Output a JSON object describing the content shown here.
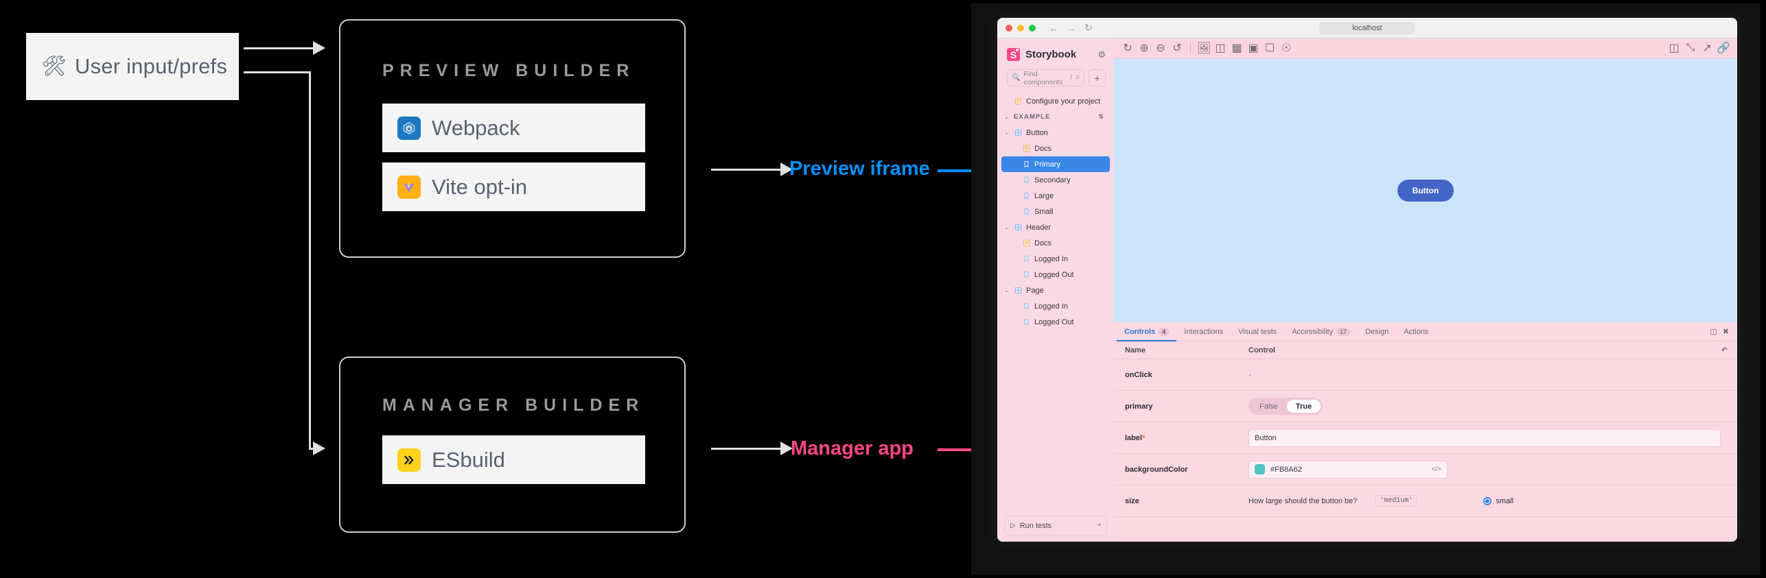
{
  "diagram": {
    "user_input": {
      "icon": "hammer-and-wrench-emoji",
      "label": "User input/prefs"
    },
    "preview_builder": {
      "title": "PREVIEW BUILDER",
      "options": [
        {
          "icon": "webpack-icon",
          "label": "Webpack"
        },
        {
          "icon": "vite-icon",
          "label": "Vite opt-in"
        }
      ]
    },
    "manager_builder": {
      "title": "MANAGER BUILDER",
      "options": [
        {
          "icon": "esbuild-icon",
          "label": "ESbuild"
        }
      ]
    },
    "callouts": [
      {
        "label": "Preview iframe",
        "color": "#0091ff"
      },
      {
        "label": "Manager app",
        "color": "#ff4785"
      }
    ]
  },
  "browser": {
    "url": "localhost",
    "back_icon": "arrow-left-icon",
    "forward_icon": "arrow-right-icon",
    "reload_icon": "reload-icon"
  },
  "storybook": {
    "brand": {
      "logo": "storybook-logo",
      "name": "Storybook",
      "settings_icon": "gear-icon"
    },
    "search": {
      "icon": "search-icon",
      "placeholder": "Find components",
      "shortcut": "/",
      "filter_icon": "filter-icon"
    },
    "add_button": {
      "icon": "plus-icon"
    },
    "tree": [
      {
        "label": "Configure your project",
        "icon": "docs-icon",
        "indent": 0,
        "caret": "",
        "selected": false,
        "section": false
      },
      {
        "label": "EXAMPLE",
        "icon": "",
        "indent": 0,
        "caret": "chevron-down-icon",
        "selected": false,
        "section": true,
        "sort_icon": "sort-icon"
      },
      {
        "label": "Button",
        "icon": "component-icon",
        "indent": 0,
        "caret": "chevron-down-icon",
        "selected": false,
        "section": false
      },
      {
        "label": "Docs",
        "icon": "docs-icon",
        "indent": 1,
        "caret": "",
        "selected": false,
        "section": false
      },
      {
        "label": "Primary",
        "icon": "story-icon",
        "indent": 1,
        "caret": "",
        "selected": true,
        "section": false
      },
      {
        "label": "Secondary",
        "icon": "story-icon",
        "indent": 1,
        "caret": "",
        "selected": false,
        "section": false
      },
      {
        "label": "Large",
        "icon": "story-icon",
        "indent": 1,
        "caret": "",
        "selected": false,
        "section": false
      },
      {
        "label": "Small",
        "icon": "story-icon",
        "indent": 1,
        "caret": "",
        "selected": false,
        "section": false
      },
      {
        "label": "Header",
        "icon": "component-icon",
        "indent": 0,
        "caret": "chevron-down-icon",
        "selected": false,
        "section": false
      },
      {
        "label": "Docs",
        "icon": "docs-icon",
        "indent": 1,
        "caret": "",
        "selected": false,
        "section": false
      },
      {
        "label": "Logged In",
        "icon": "story-icon",
        "indent": 1,
        "caret": "",
        "selected": false,
        "section": false
      },
      {
        "label": "Logged Out",
        "icon": "story-icon",
        "indent": 1,
        "caret": "",
        "selected": false,
        "section": false
      },
      {
        "label": "Page",
        "icon": "component-icon",
        "indent": 0,
        "caret": "chevron-down-icon",
        "selected": false,
        "section": false
      },
      {
        "label": "Logged In",
        "icon": "story-icon",
        "indent": 1,
        "caret": "",
        "selected": false,
        "section": false
      },
      {
        "label": "Logged Out",
        "icon": "story-icon",
        "indent": 1,
        "caret": "",
        "selected": false,
        "section": false
      }
    ],
    "run_tests": {
      "label": "Run tests",
      "play_icon": "play-icon",
      "chevron": "chevron-up-icon"
    },
    "toolbar": {
      "left_icons": [
        "remount-icon",
        "zoom-in-icon",
        "zoom-out-icon",
        "zoom-reset-icon"
      ],
      "group_icons": [
        "background-icon",
        "viewport-icon",
        "grid-icon",
        "measure-icon",
        "outline-icon",
        "accessibility-icon"
      ],
      "right_icons": [
        "sidebar-toggle-icon",
        "fullscreen-icon",
        "open-new-tab-icon",
        "copy-link-icon"
      ]
    },
    "canvas": {
      "story_button_label": "Button",
      "button_color": "#4465c8",
      "background": "#cce5fa"
    },
    "panel": {
      "tabs": [
        {
          "label": "Controls",
          "badge": "4",
          "active": true
        },
        {
          "label": "Interactions",
          "badge": "",
          "active": false
        },
        {
          "label": "Visual tests",
          "badge": "",
          "active": false
        },
        {
          "label": "Accessibility",
          "badge": "17",
          "active": false
        },
        {
          "label": "Design",
          "badge": "",
          "active": false
        },
        {
          "label": "Actions",
          "badge": "",
          "active": false
        }
      ],
      "right_icons": [
        "panel-position-icon",
        "close-icon"
      ],
      "columns": {
        "name": "Name",
        "control": "Control"
      },
      "reset_icon": "reset-icon",
      "rows": [
        {
          "name": "onClick",
          "required": false,
          "type": "dash",
          "value": "-"
        },
        {
          "name": "primary",
          "required": false,
          "type": "boolean",
          "options": [
            "False",
            "True"
          ],
          "value": "True"
        },
        {
          "name": "label",
          "required": true,
          "type": "text",
          "value": "Button"
        },
        {
          "name": "backgroundColor",
          "required": false,
          "type": "color",
          "value": "#FB8A62",
          "swatch_color": "#4fc3c6",
          "code_icon": "code-icon"
        },
        {
          "name": "size",
          "required": false,
          "type": "radio",
          "description": "How large should the button be?",
          "code_chip": "'medium'",
          "value": "small"
        }
      ]
    }
  }
}
